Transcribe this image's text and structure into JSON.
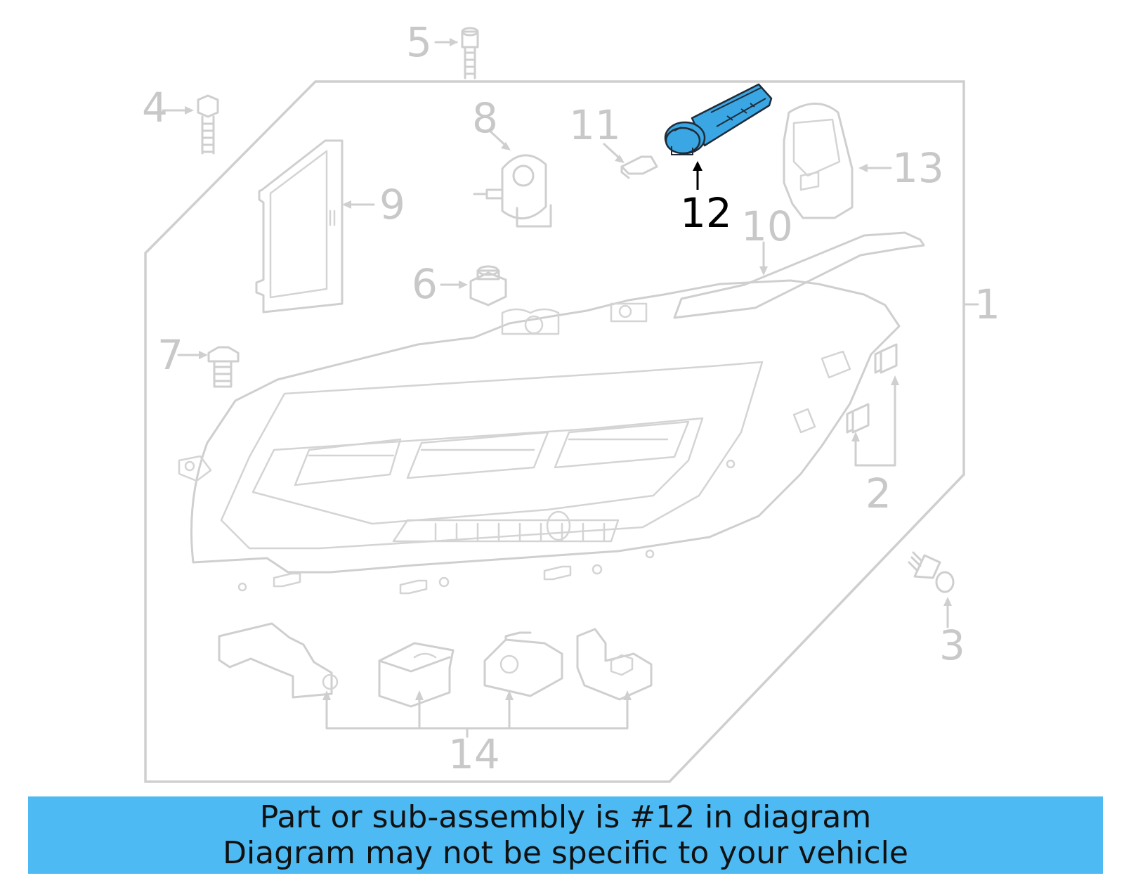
{
  "callouts": {
    "c1": "1",
    "c2": "2",
    "c3": "3",
    "c4": "4",
    "c5": "5",
    "c6": "6",
    "c7": "7",
    "c8": "8",
    "c9": "9",
    "c10": "10",
    "c11": "11",
    "c12": "12",
    "c13": "13",
    "c14": "14"
  },
  "highlighted_part": "12",
  "colors": {
    "highlight": "#3aa7e4",
    "banner": "#4dbaf3",
    "lines": "#cfcfcf"
  },
  "banner": {
    "line1": "Part or sub-assembly is #12 in diagram",
    "line2": "Diagram may not be specific to your vehicle"
  }
}
